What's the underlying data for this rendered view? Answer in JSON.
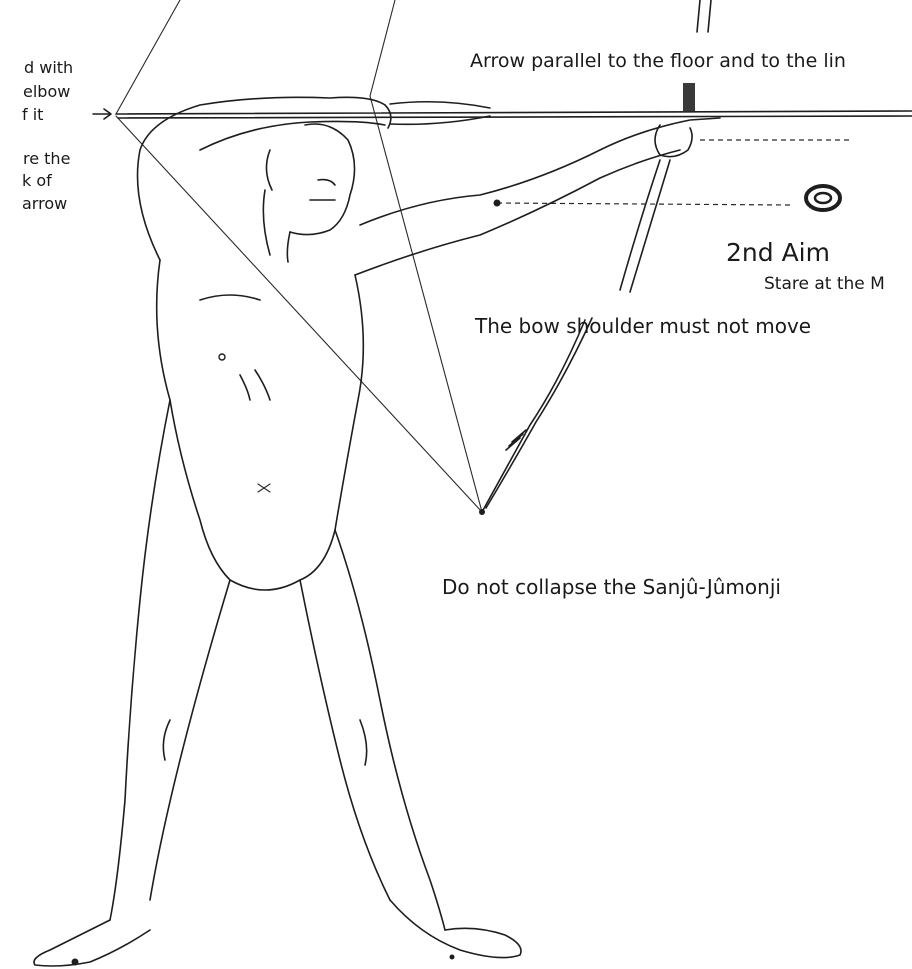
{
  "notes": {
    "left_fragment": {
      "line1": "d with",
      "line2": "elbow",
      "line3": "f it",
      "line4": "re the",
      "line5": "k of",
      "line6": "arrow"
    },
    "arrow_parallel": "Arrow parallel to the floor and to the lin",
    "aim_title": "2nd Aim",
    "aim_subtitle": "Stare at the M",
    "bow_shoulder": "The bow shoulder must not move",
    "sanju": "Do not collapse the Sanjû-Jûmonji"
  },
  "colors": {
    "line": "#1e1e1e",
    "text": "#1a1a1a",
    "background": "#ffffff"
  },
  "icons": {
    "target": "concentric-ring-target",
    "pointer": "right-arrow-pointer"
  }
}
